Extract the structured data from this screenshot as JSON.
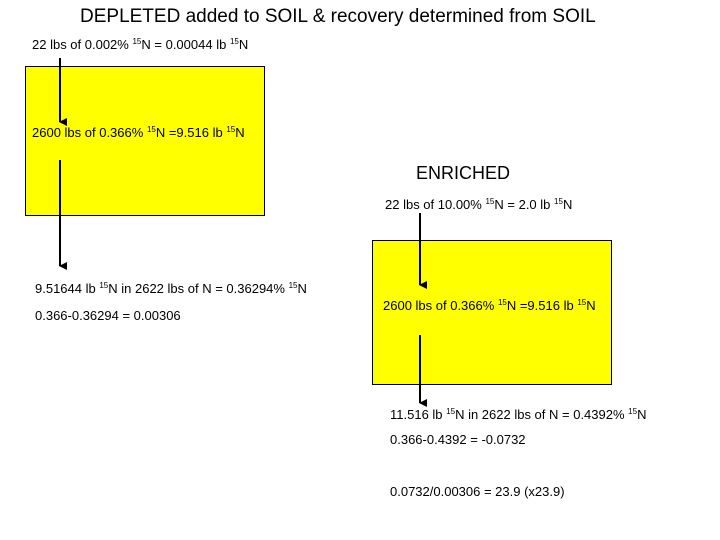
{
  "title": "DEPLETED added to SOIL & recovery determined from SOIL",
  "iso": "15",
  "depleted": {
    "input": {
      "pre": "22 lbs of 0.002%",
      "mid": "N = 0.00044 lb",
      "post": "N"
    },
    "soil": {
      "pre": "2600 lbs of 0.366%",
      "mid": "N =9.516 lb",
      "post": "N"
    },
    "result": {
      "pre": "9.51644 lb",
      "mid": "N in 2622 lbs of N = 0.36294%",
      "post": "N"
    },
    "difference": "0.366-0.36294 = 0.00306"
  },
  "enriched": {
    "heading": "ENRICHED",
    "input": {
      "pre": "22 lbs of 10.00%",
      "mid": "N = 2.0 lb",
      "post": "N"
    },
    "soil": {
      "pre": "2600 lbs of 0.366%",
      "mid": "N =9.516 lb",
      "post": "N"
    },
    "result": {
      "pre": "11.516 lb",
      "mid": "N in 2622 lbs of N = 0.4392%",
      "post": "N"
    },
    "difference": "0.366-0.4392 = -0.0732",
    "ratio": "0.0732/0.00306 = 23.9 (x23.9)"
  },
  "colors": {
    "box_fill": "#ffff00",
    "border": "#000000"
  }
}
